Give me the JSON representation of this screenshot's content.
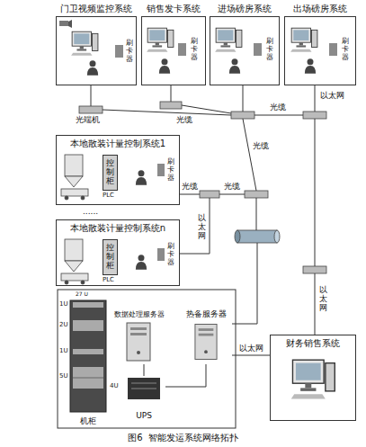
{
  "diagram": {
    "caption": "图6  智能发运系统网络拓扑",
    "nodes": [
      {
        "text": [
          "门卫视频监控系统"
        ]
      },
      {
        "text": [
          "销售发卡系统"
        ]
      },
      {
        "text": [
          "进场磅房系统"
        ]
      },
      {
        "text": [
          "出场磅房系统"
        ]
      },
      {
        "text": [
          "本地散装计量控制系统1"
        ]
      },
      {
        "text": [
          "控制柜"
        ],
        "in": 4
      },
      {
        "text": [
          "本地散装计量控制系统n"
        ]
      },
      {
        "text": [
          "控制柜"
        ],
        "in": 6
      },
      {
        "text": [
          "机柜"
        ]
      },
      {
        "text": [
          "数据处理服务器"
        ]
      },
      {
        "text": [
          "热备服务器"
        ]
      },
      {
        "text": [
          "UPS"
        ]
      },
      {
        "text": [
          "财务销售系统"
        ]
      }
    ],
    "edges": [
      {
        "from": 10,
        "to": 12,
        "label": "以太网",
        "arrow": "none"
      },
      {
        "from": 11,
        "to": 9,
        "arrow": "none"
      },
      {
        "from": 11,
        "to": 10,
        "arrow": "none"
      }
    ],
    "labels": [
      "刷卡器",
      "刷卡器",
      "刷卡器",
      "刷卡器",
      "光端机",
      "光缆",
      "以太网",
      "光缆",
      "光缆",
      "刷卡器",
      "PLC",
      "光缆",
      "光缆",
      "......",
      "以太网",
      "刷卡器",
      "PLC",
      "以太网",
      "27 U",
      "1U",
      "2U",
      "1U",
      "5U",
      "4U"
    ]
  }
}
